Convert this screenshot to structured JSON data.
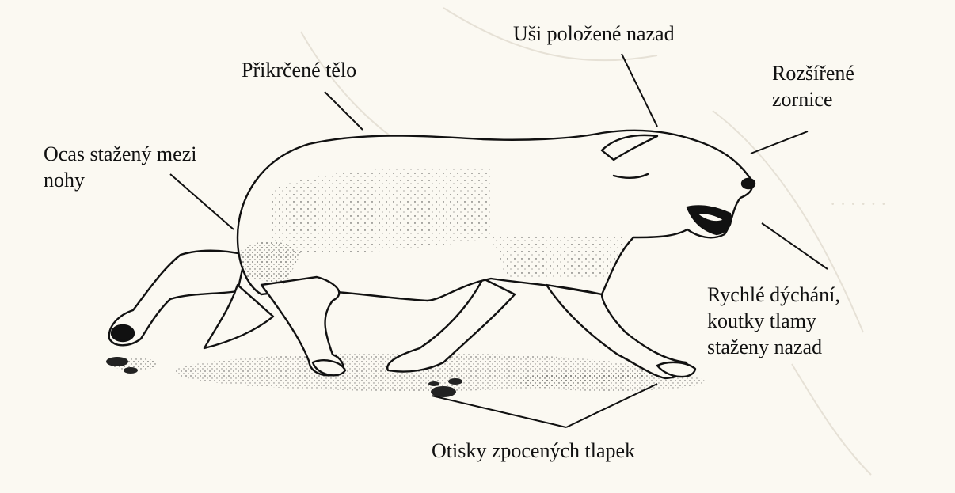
{
  "labels": {
    "tail": [
      "Ocas stažený mezi",
      "nohy"
    ],
    "body": "Přikrčené tělo",
    "ears": "Uši položené nazad",
    "pupils": [
      "Rozšířené",
      "zornice"
    ],
    "breathing": [
      "Rychlé dýchání,",
      "koutky tlamy",
      "staženy nazad"
    ],
    "paws": "Otisky zpocených tlapek"
  },
  "colors": {
    "ink": "#111111",
    "paper": "#fbf9f2"
  }
}
